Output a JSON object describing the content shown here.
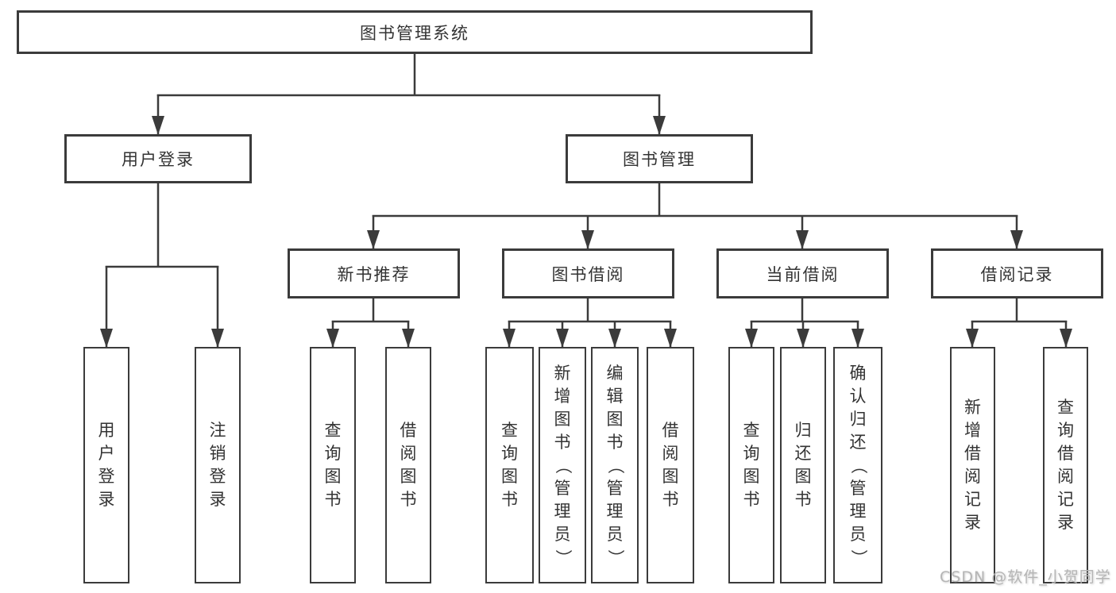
{
  "nodes": {
    "root": "图书管理系统",
    "user_login": "用户登录",
    "book_management": "图书管理",
    "new_book_recommend": "新书推荐",
    "book_borrow": "图书借阅",
    "current_borrow": "当前借阅",
    "borrow_record": "借阅记录"
  },
  "leaves": {
    "user_login": "用户登录",
    "logout": "注销登录",
    "recommend_query_books": "查询图书",
    "recommend_borrow_books": "借阅图书",
    "borrow_query_books": "查询图书",
    "borrow_add_books": "新增图书（管理员）",
    "borrow_edit_books": "编辑图书（管理员）",
    "borrow_borrow_books": "借阅图书",
    "current_query_books": "查询图书",
    "current_return_books": "归还图书",
    "current_confirm_return": "确认归还（管理员）",
    "record_add": "新增借阅记录",
    "record_query": "查询借阅记录"
  },
  "watermark": "CSDN @软件_小贺同学",
  "colors": {
    "line": "#3b3b3b",
    "box_border": "#3b3b3b",
    "text": "#333333",
    "watermark": "#b5b5b5",
    "background": "#ffffff"
  }
}
